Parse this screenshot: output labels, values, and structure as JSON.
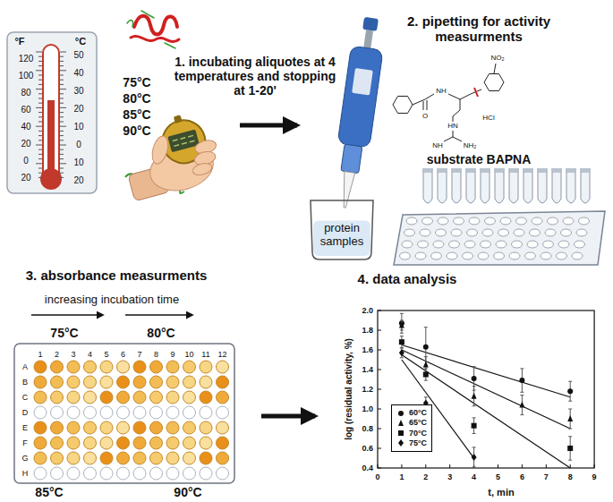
{
  "diagram": {
    "nodes": [
      {
        "text": [
          "protein samples"
        ]
      }
    ],
    "labels": [
      "°F",
      "°C",
      "120",
      "100",
      "80",
      "60",
      "40",
      "20",
      "0",
      "20",
      "50",
      "40",
      "30",
      "20",
      "10",
      "0",
      "10",
      "20",
      "75°C",
      "80°C",
      "85°C",
      "90°C",
      "1. incubating aliquotes at 4 temperatures and stopping at 1-20'",
      "2. pipetting for activity measurments",
      "substrate BAPNA",
      "NO₂",
      "NH",
      "O",
      "HCl",
      "HN",
      "NH",
      "NH₂",
      "3. absorbance measurments",
      "increasing incubation time",
      "75°C",
      "80°C",
      "85°C",
      "90°C",
      "1",
      "2",
      "3",
      "4",
      "5",
      "6",
      "7",
      "8",
      "9",
      "10",
      "11",
      "12",
      "A",
      "B",
      "C",
      "D",
      "E",
      "F",
      "G",
      "H",
      "4. data analysis",
      "log (residual activity, %)",
      "t, min",
      "0.4",
      "0.6",
      "0.8",
      "1.0",
      "1.2",
      "1.4",
      "1.6",
      "1.8",
      "2.0",
      "0",
      "1",
      "2",
      "3",
      "4",
      "5",
      "6",
      "7",
      "8",
      "9"
    ],
    "legend": [
      {
        "text": "60°C"
      },
      {
        "text": "65°C"
      },
      {
        "text": "70°C"
      },
      {
        "text": "75°C"
      }
    ]
  }
}
